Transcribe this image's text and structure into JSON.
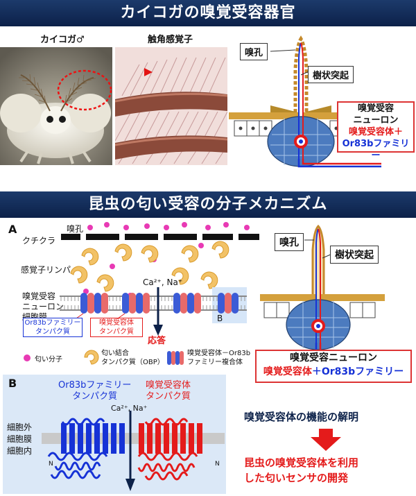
{
  "top": {
    "title": "カイコガの嗅覚受容器官",
    "photo1_label": "カイコガ♂",
    "photo2_label": "触角感覚子",
    "diagram": {
      "nostril": "嗅孔",
      "dendrite": "樹状突起",
      "neuron_line1": "嗅覚受容",
      "neuron_line2": "ニューロン",
      "receptor_red": "嗅覚受容体＋",
      "receptor_blue": "Or83bファミリー"
    }
  },
  "middle": {
    "title": "昆虫の匂い受容の分子メカニズム",
    "panel_a": {
      "letter": "A",
      "nostril": "嗅孔",
      "cuticle": "クチクラ",
      "lymph": "感覚子リンパ",
      "membrane_l1": "嗅覚受容",
      "membrane_l2": "ニューロン",
      "membrane_l3": "細胞膜",
      "ions": "Ca²⁺, Na⁺",
      "b_marker": "B",
      "response": "応答",
      "or83b_l1": "Or83bファミリー",
      "or83b_l2": "タンパク質",
      "receptor_l1": "嗅覚受容体",
      "receptor_l2": "タンパク質",
      "legend_odor": "匂い分子",
      "legend_obp_l1": "匂い結合",
      "legend_obp_l2": "タンパク質（OBP）",
      "legend_complex_l1": "嗅覚受容体－Or83b",
      "legend_complex_l2": "ファミリー複合体"
    },
    "right_diagram": {
      "nostril": "嗅孔",
      "dendrite": "樹状突起",
      "neuron": "嗅覚受容ニューロン",
      "receptor_red": "嗅覚受容体",
      "receptor_plus": "＋",
      "receptor_blue": "Or83bファミリー"
    }
  },
  "bottom": {
    "panel_b": {
      "letter": "B",
      "or83b_l1": "Or83bファミリー",
      "or83b_l2": "タンパク質",
      "receptor_l1": "嗅覚受容体",
      "receptor_l2": "タンパク質",
      "ions": "Ca²⁺, Na⁺",
      "outside": "細胞外",
      "membrane": "細胞膜",
      "inside": "細胞内",
      "n_left": "N",
      "n_right": "N"
    },
    "conclusion": {
      "line1": "嗅覚受容体の機能の解明",
      "line2": "昆虫の嗅覚受容体を利用",
      "line3": "した匂いセンサの開発"
    }
  },
  "colors": {
    "banner": "#0c2149",
    "red": "#e41b1b",
    "blue": "#1632d6",
    "obp": "#f2c267",
    "odor": "#e83ab4",
    "cell": "#4c7bbf"
  }
}
